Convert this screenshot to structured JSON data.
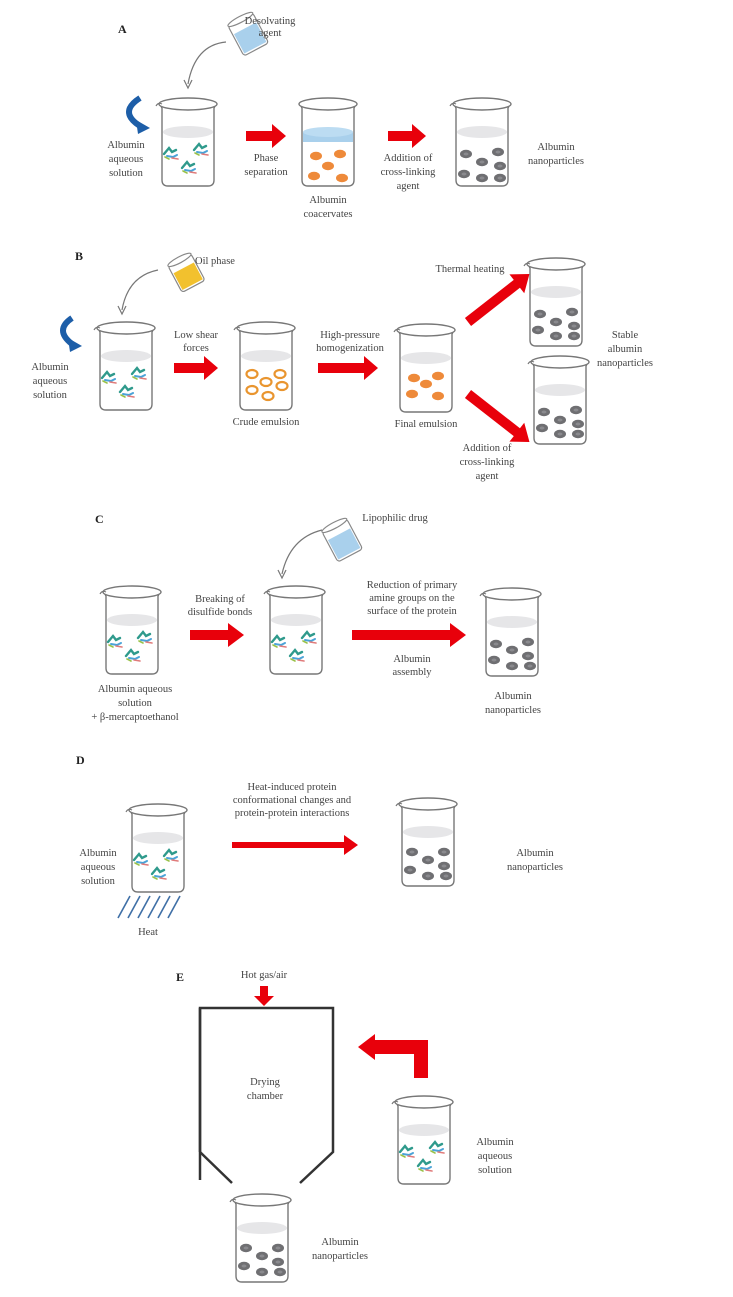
{
  "colors": {
    "arrow": "#e8000b",
    "stir_arrow": "#1d5ea8",
    "nanoparticle": "#6f6f72",
    "coacervate": "#ee8a3a",
    "desolvating_liquid": "#a9d0ec",
    "oil_liquid": "#f2c12e",
    "heat_arrows": "#3f6fa6"
  },
  "panels": {
    "A": {
      "letter": "A",
      "pour_label_1": "Desolvating",
      "pour_label_2": "agent",
      "start_label": [
        "Albumin",
        "aqueous",
        "solution"
      ],
      "step1_label": [
        "Phase",
        "separation"
      ],
      "mid_label": [
        "Albumin",
        "coacervates"
      ],
      "step2_label": [
        "Addition of",
        "cross-linking",
        "agent"
      ],
      "end_label": [
        "Albumin",
        "nanoparticles"
      ]
    },
    "B": {
      "letter": "B",
      "pour_label": "Oil phase",
      "start_label": [
        "Albumin",
        "aqueous",
        "solution"
      ],
      "step1_label": [
        "Low shear",
        "forces"
      ],
      "mid_label": "Crude emulsion",
      "step2_label": [
        "High-pressure",
        "homogenization"
      ],
      "final_label": "Final emulsion",
      "branch_top_label": "Thermal heating",
      "branch_bottom_label": [
        "Addition of",
        "cross-linking",
        "agent"
      ],
      "end_label": [
        "Stable",
        "albumin",
        "nanoparticles"
      ]
    },
    "C": {
      "letter": "C",
      "pour_label": "Lipophilic drug",
      "start_label": [
        "Albumin aqueous",
        "solution",
        "+ β-mercaptoethanol"
      ],
      "step1_label": [
        "Breaking of",
        "disulfide bonds"
      ],
      "step2_label": [
        "Reduction of primary",
        "amine groups on the",
        "surface of the protein"
      ],
      "step2_sub_label": [
        "Albumin",
        "assembly"
      ],
      "end_label": [
        "Albumin",
        "nanoparticles"
      ]
    },
    "D": {
      "letter": "D",
      "start_label": [
        "Albumin",
        "aqueous",
        "solution"
      ],
      "heat_label": "Heat",
      "step_label": [
        "Heat-induced protein",
        "conformational changes and",
        "protein-protein interactions"
      ],
      "end_label": [
        "Albumin",
        "nanoparticles"
      ]
    },
    "E": {
      "letter": "E",
      "gas_label": "Hot gas/air",
      "chamber_label": [
        "Drying",
        "chamber"
      ],
      "feed_label": [
        "Albumin",
        "aqueous",
        "solution"
      ],
      "end_label": [
        "Albumin",
        "nanoparticles"
      ]
    }
  }
}
